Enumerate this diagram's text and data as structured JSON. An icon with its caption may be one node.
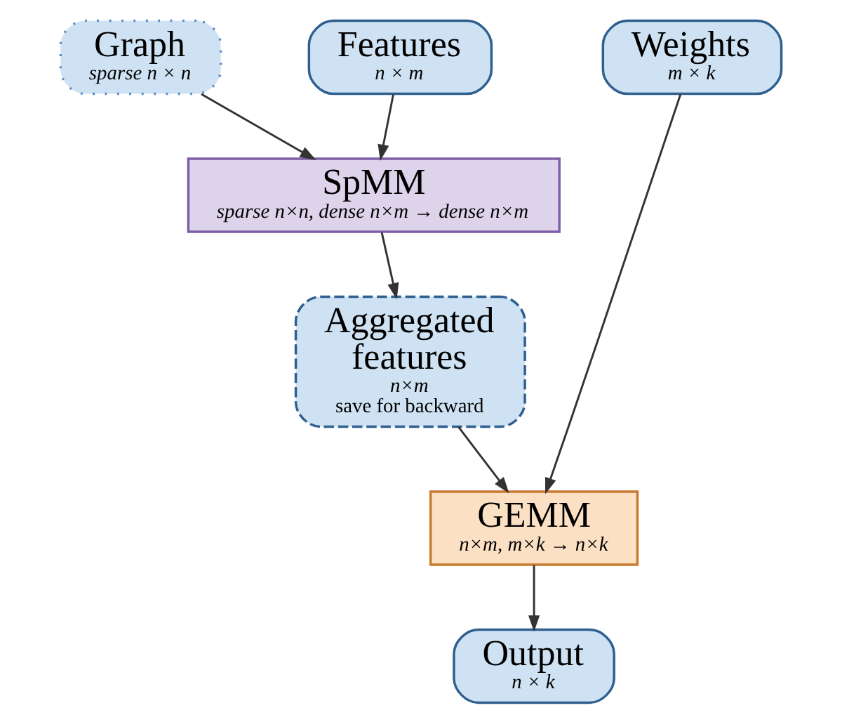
{
  "diagram": {
    "nodes": [
      {
        "text": [
          "Graph",
          "sparse n × n"
        ]
      },
      {
        "text": [
          "Features",
          "n × m"
        ]
      },
      {
        "text": [
          "Weights",
          "m × k"
        ]
      },
      {
        "text": [
          "SpMM",
          "sparse n×n, dense n×m → dense n×m"
        ]
      },
      {
        "text": [
          "Aggregated features",
          "n×m",
          "save for backward"
        ]
      },
      {
        "text": [
          "GEMM",
          "n×m, m×k → n×k"
        ]
      },
      {
        "text": [
          "Output",
          "n × k"
        ]
      }
    ],
    "edges": [
      {
        "from": 0,
        "to": 3,
        "arrow": "to"
      },
      {
        "from": 1,
        "to": 3,
        "arrow": "to"
      },
      {
        "from": 3,
        "to": 4,
        "arrow": "to"
      },
      {
        "from": 4,
        "to": 5,
        "arrow": "to"
      },
      {
        "from": 2,
        "to": 5,
        "arrow": "to"
      },
      {
        "from": 5,
        "to": 6,
        "arrow": "to"
      }
    ]
  }
}
